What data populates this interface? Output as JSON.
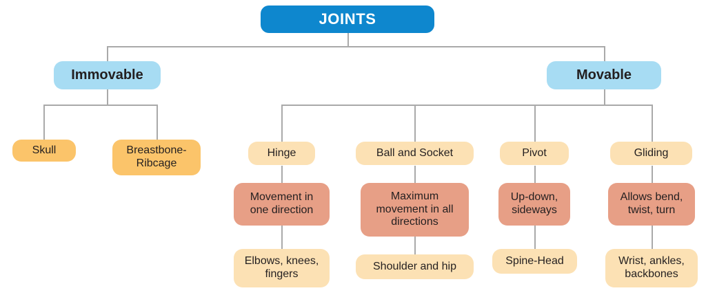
{
  "diagram": {
    "title": "JOINTS",
    "root": {
      "label": "JOINTS"
    },
    "branches": [
      {
        "label": "Immovable",
        "examples": [
          {
            "label": "Skull"
          },
          {
            "label": "Breastbone-Ribcage"
          }
        ]
      },
      {
        "label": "Movable",
        "types": [
          {
            "label": "Hinge",
            "movement": "Movement in one direction",
            "examples": "Elbows, knees, fingers"
          },
          {
            "label": "Ball and Socket",
            "movement": "Maximum movement in all directions",
            "examples": "Shoulder and hip"
          },
          {
            "label": "Pivot",
            "movement": "Up-down, sideways",
            "examples": "Spine-Head"
          },
          {
            "label": "Gliding",
            "movement": "Allows bend, twist, turn",
            "examples": "Wrist, ankles, backbones"
          }
        ]
      }
    ]
  },
  "colors": {
    "root_fill": "#0e87ce",
    "level2_fill": "#a7dcf3",
    "immovable_example_fill": "#fbc46a",
    "joint_type_fill": "#fce1b4",
    "movement_fill": "#e79f86",
    "example_fill": "#fce1b4",
    "connector": "#a9a9a9",
    "text_dark": "#231f20",
    "text_light": "#ffffff"
  }
}
